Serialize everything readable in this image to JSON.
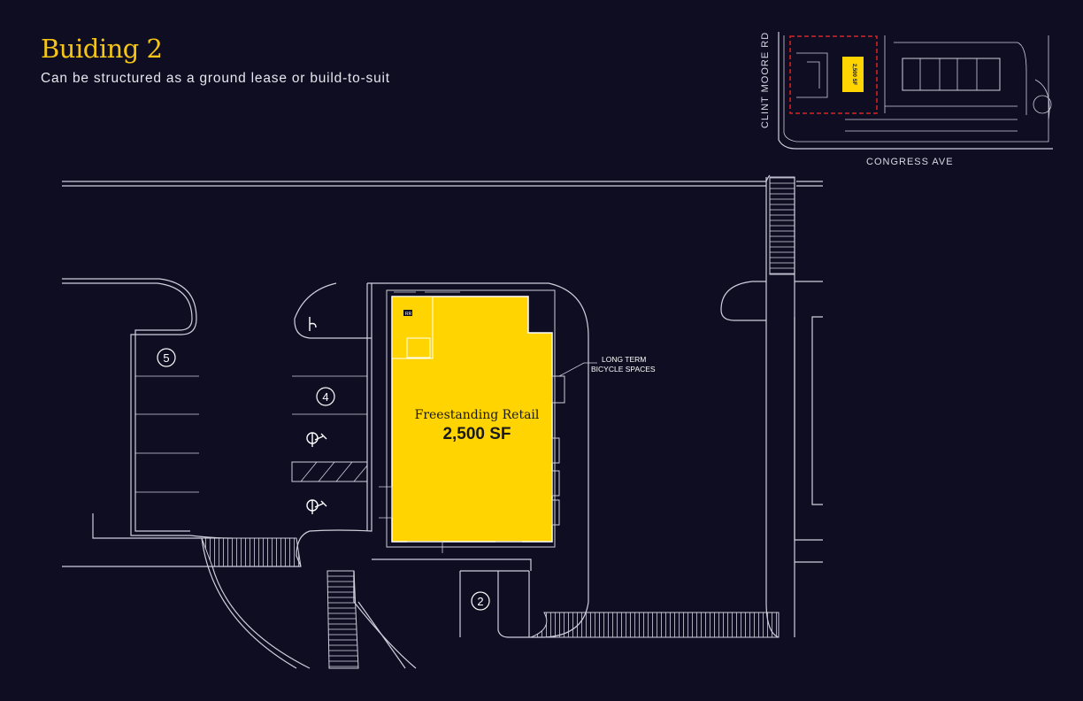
{
  "header": {
    "title": "Buiding 2",
    "subtitle": "Can be structured as a ground lease or build-to-suit"
  },
  "building": {
    "name": "Freestanding Retail",
    "area": "2,500 SF",
    "fill_color": "#ffd400"
  },
  "callout": {
    "line1": "LONG TERM",
    "line2": "BICYCLE SPACES"
  },
  "parking_markers": [
    "5",
    "4",
    "2"
  ],
  "room_tag": "RR",
  "inset_map": {
    "street_west": "CLINT MOORE RD",
    "street_south": "CONGRESS AVE",
    "building_label": "2,500 SF",
    "highlight_color": "#e02020"
  }
}
